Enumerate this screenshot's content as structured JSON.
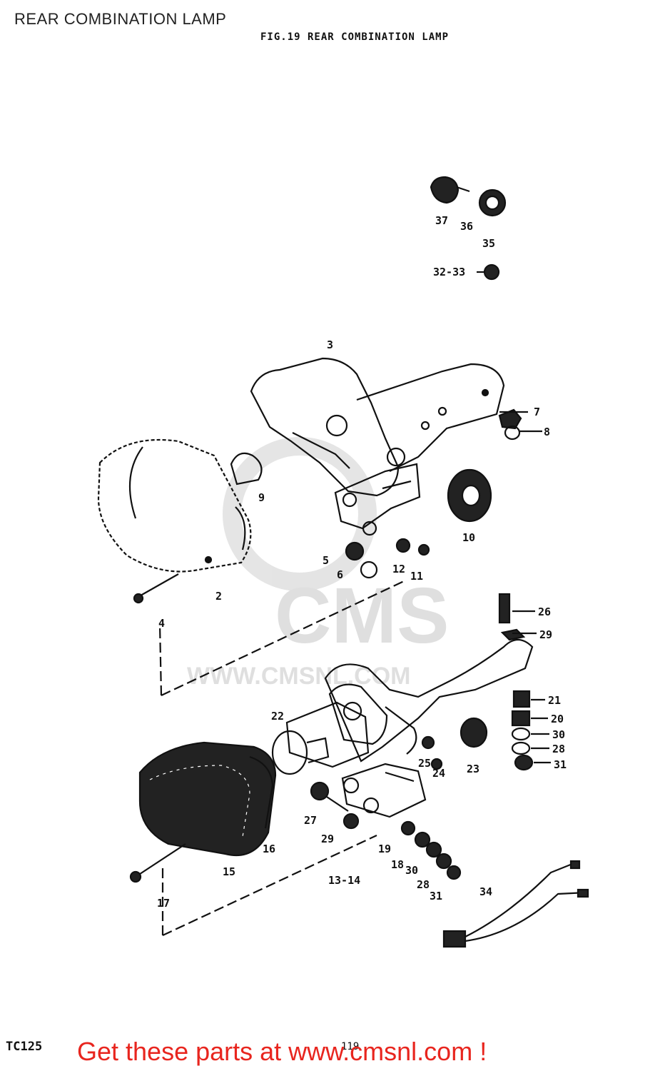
{
  "header": {
    "title": "REAR COMBINATION LAMP",
    "figure_title": "FIG.19 REAR COMBINATION LAMP"
  },
  "watermark": {
    "logo_text": "CMS",
    "site_text": "WWW.CMSNL.COM"
  },
  "callouts": {
    "c37": "37",
    "c36": "36",
    "c35": "35",
    "c3233": "32-33",
    "c3": "3",
    "c7": "7",
    "c8": "8",
    "c10": "10",
    "c9": "9",
    "c2": "2",
    "c4": "4",
    "c5": "5",
    "c6": "6",
    "c12": "12",
    "c11": "11",
    "c26": "26",
    "c29a": "29",
    "c21": "21",
    "c20": "20",
    "c30a": "30",
    "c28a": "28",
    "c31a": "31",
    "c22": "22",
    "c23": "23",
    "c25": "25",
    "c24": "24",
    "c27": "27",
    "c29b": "29",
    "c16": "16",
    "c15": "15",
    "c1314": "13-14",
    "c19": "19",
    "c18": "18",
    "c30b": "30",
    "c28b": "28",
    "c31b": "31",
    "c17": "17",
    "c34": "34"
  },
  "footer": {
    "page_code": "TC125",
    "page_number": "119",
    "promo": "Get these parts at www.cmsnl.com !"
  },
  "colors": {
    "line": "#111111",
    "promo": "#e8251e",
    "watermark": "#dcdcdc"
  }
}
